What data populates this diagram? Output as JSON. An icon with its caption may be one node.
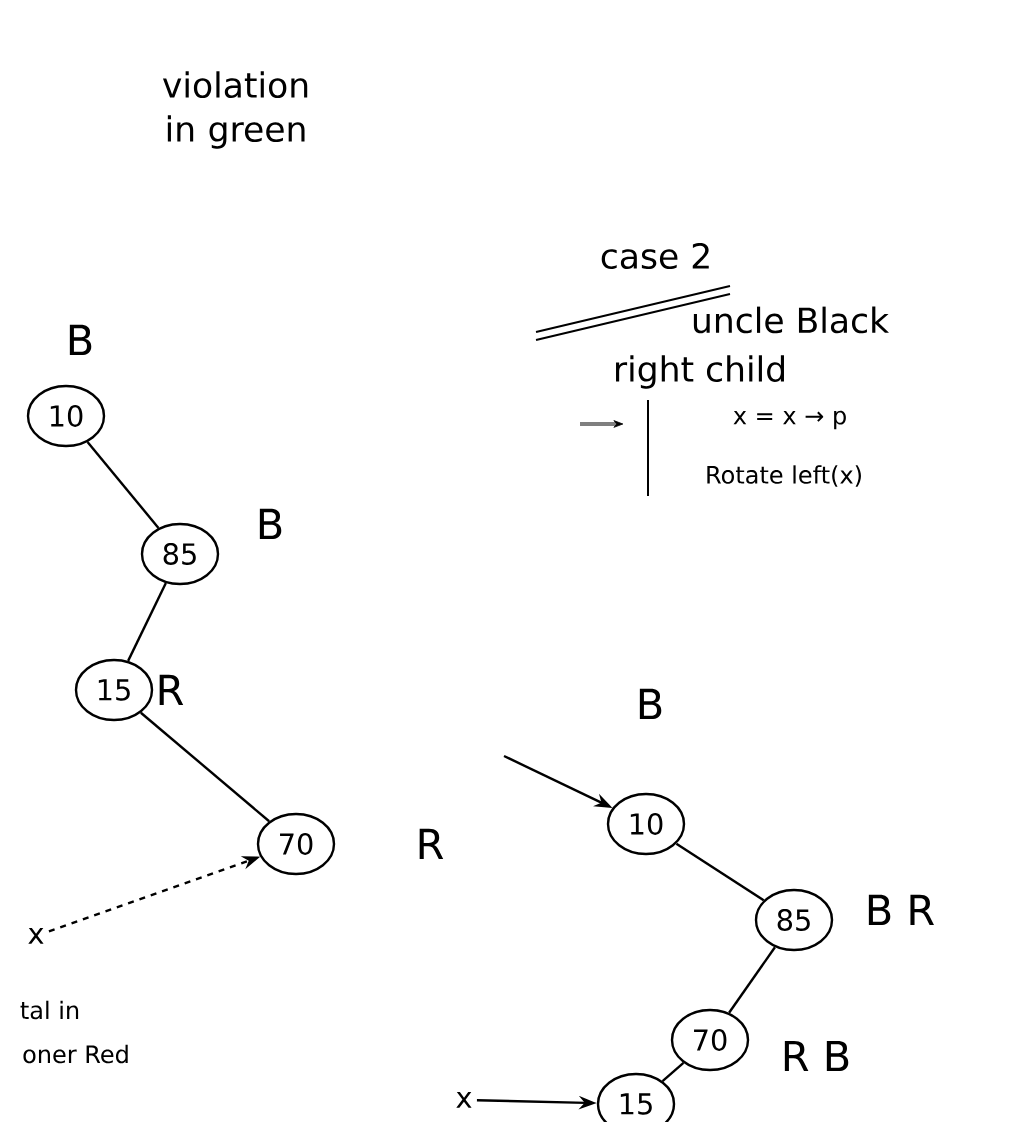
{
  "diagram": {
    "nodes": [
      {
        "text": [
          "10"
        ],
        "beside": [
          "B"
        ]
      },
      {
        "text": [
          "85"
        ],
        "beside": [
          "B"
        ]
      },
      {
        "text": [
          "15"
        ],
        "beside": [
          "R"
        ]
      },
      {
        "text": [
          "70"
        ],
        "beside": [
          "R"
        ]
      },
      {
        "text": [
          "x"
        ]
      },
      {
        "text": [
          "10"
        ],
        "beside": [
          "B"
        ]
      },
      {
        "text": [
          "85"
        ],
        "beside": [
          "B R"
        ]
      },
      {
        "text": [
          "70"
        ],
        "beside": [
          "R B"
        ]
      },
      {
        "text": [
          "x"
        ]
      },
      {
        "text": [
          "15"
        ]
      }
    ],
    "edges": [
      {
        "from": 0,
        "to": 1,
        "arrow": "none"
      },
      {
        "from": 1,
        "to": 2,
        "arrow": "none"
      },
      {
        "from": 2,
        "to": 3,
        "arrow": "none"
      },
      {
        "from": 4,
        "to": 3,
        "arrow": "to",
        "style": "dashed"
      },
      {
        "from": null,
        "to": 5,
        "arrow": "to"
      },
      {
        "from": 5,
        "to": 6,
        "arrow": "none"
      },
      {
        "from": 6,
        "to": 7,
        "arrow": "none"
      },
      {
        "from": 7,
        "to": 9,
        "arrow": "none"
      },
      {
        "from": 8,
        "to": 9,
        "arrow": "to"
      }
    ],
    "labels": [
      "violation in green",
      "case 2",
      "uncle Black",
      "right child",
      "x = x → p",
      "Rotate left(x)",
      "tal in",
      "oner Red"
    ]
  }
}
